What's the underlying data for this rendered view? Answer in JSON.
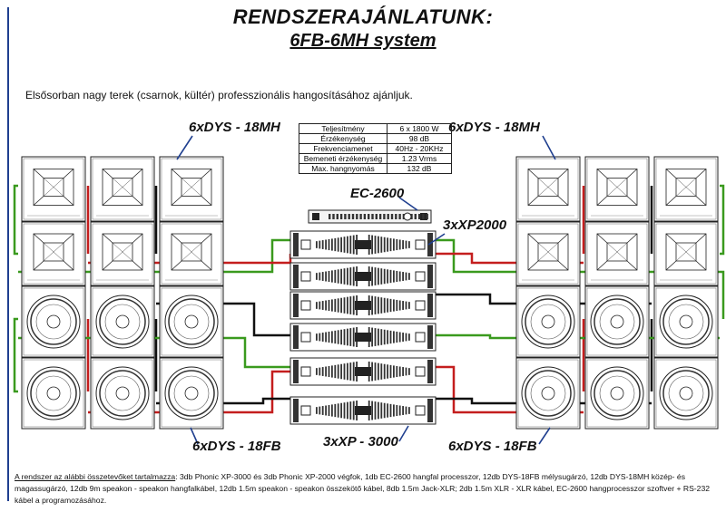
{
  "title": "RENDSZERAJÁNLATUNK:",
  "subtitle": "6FB-6MH system",
  "intro": "Elsősorban nagy terek (csarnok, kültér) professzionális hangosításához ajánljuk.",
  "labels": {
    "mh_left": "6xDYS - 18MH",
    "mh_right": "6xDYS - 18MH",
    "fb_left": "6xDYS - 18FB",
    "fb_right": "6xDYS - 18FB",
    "processor": "EC-2600",
    "amp_top": "3xXP2000",
    "amp_bottom": "3xXP - 3000"
  },
  "specs": [
    {
      "key": "Teljesítmény",
      "value": "6 x 1800 W"
    },
    {
      "key": "Érzékenység",
      "value": "98 dB"
    },
    {
      "key": "Frekvenciamenet",
      "value": "40Hz - 20KHz"
    },
    {
      "key": "Bemeneti érzékenység",
      "value": "1.23 Vrms"
    },
    {
      "key": "Max. hangnyomás",
      "value": "132 dB"
    }
  ],
  "footer": {
    "lead": "A rendszer az alábbi összetevőket tartalmazza",
    "text": ": 3db Phonic XP-3000 és 3db Phonic XP-2000 végfok, 1db EC-2600 hangfal processzor, 12db DYS-18FB mélysugárzó, 12db DYS-18MH közép- és magassugárzó, 12db 9m speakon - speakon hangfalkábel, 12db 1.5m speakon - speakon összekötő kábel, 8db 1.5m Jack-XLR; 2db 1.5m XLR - XLR kábel, EC-2600 hangprocesszor szoftver + RS-232 kábel a programozásához."
  },
  "colors": {
    "green": "#3a9a1e",
    "red": "#c41e1e",
    "black": "#111111",
    "callout": "#1f3f8f"
  }
}
